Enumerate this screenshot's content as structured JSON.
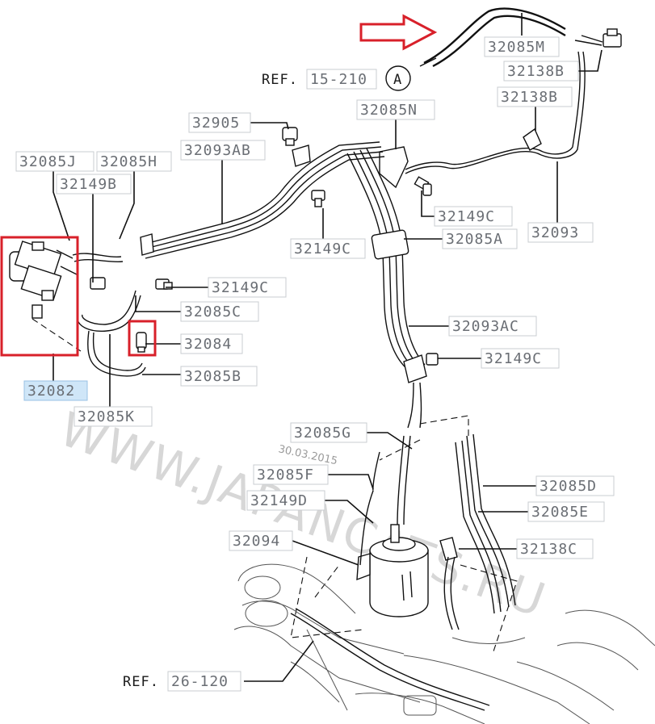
{
  "watermark": "WWW.JAPANCATS.RU",
  "date_stamp": "30.03.2015",
  "refs": {
    "ref_a": "REF.",
    "ref_a_code": "15-210",
    "ref_a_circle": "A",
    "ref_b": "REF.",
    "ref_b_code": "26-120"
  },
  "labels": {
    "l32085M": "32085M",
    "l32138B_1": "32138B",
    "l32138B_2": "32138B",
    "l32085N": "32085N",
    "l32905": "32905",
    "l32093AB": "32093AB",
    "l32085J": "32085J",
    "l32085H": "32085H",
    "l32149B": "32149B",
    "l32149C_1": "32149C",
    "l32149C_2": "32149C",
    "l32149C_3": "32149C",
    "l32149C_4": "32149C",
    "l32093": "32093",
    "l32085A": "32085A",
    "l32085C": "32085C",
    "l32084": "32084",
    "l32093AC": "32093AC",
    "l32082": "32082",
    "l32085B": "32085B",
    "l32085K": "32085K",
    "l32085G": "32085G",
    "l32085F": "32085F",
    "l32149D": "32149D",
    "l32085D": "32085D",
    "l32085E": "32085E",
    "l32094": "32094",
    "l32138C": "32138C"
  },
  "colors": {
    "highlight_box": "#d8202a",
    "arrow": "#d8202a",
    "label_text": "#6a6e74",
    "selected_label_bg": "#cfe6f8"
  }
}
